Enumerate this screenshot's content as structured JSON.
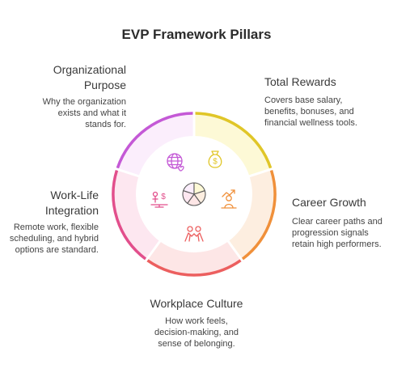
{
  "title": "EVP Framework Pillars",
  "pillars": [
    {
      "title": "Organizational\nPurpose",
      "desc": "Why the organization\nexists and what it\nstands for.",
      "color": "#c459d6",
      "fill": "#fbeefc",
      "icon": "globe-heart-icon"
    },
    {
      "title": "Total Rewards",
      "desc": "Covers base salary,\nbenefits, bonuses, and\nfinancial wellness tools.",
      "color": "#e0c628",
      "fill": "#fdf9d6",
      "icon": "money-bag-icon"
    },
    {
      "title": "Career Growth",
      "desc": "Clear career paths and\nprogression signals\nretain high performers.",
      "color": "#f0903a",
      "fill": "#fdeee0",
      "icon": "growth-person-icon"
    },
    {
      "title": "Workplace Culture",
      "desc": "How work feels,\ndecision-making, and\nsense of belonging.",
      "color": "#ec5f5f",
      "fill": "#fde6e6",
      "icon": "team-icon"
    },
    {
      "title": "Work-Life\nIntegration",
      "desc": "Remote work, flexible\nscheduling, and hybrid\noptions are standard.",
      "color": "#e24f8c",
      "fill": "#fde7f0",
      "icon": "balance-icon"
    }
  ]
}
